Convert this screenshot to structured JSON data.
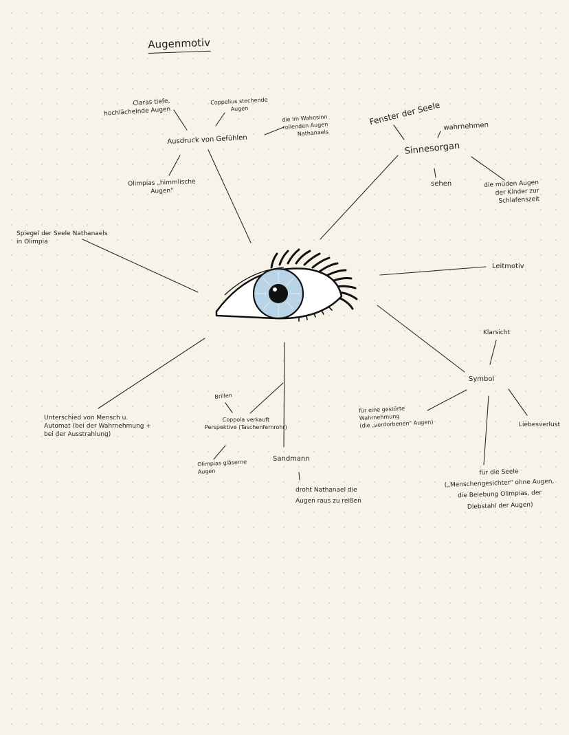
{
  "title": "Augenmotiv",
  "center": {
    "icon": "eye-icon",
    "iris_color": "#b9d4e6",
    "pupil_color": "#111111"
  },
  "branches": {
    "ausdruck": {
      "label": "Ausdruck von Gefühlen",
      "claras": "Claras tiefe,\nhochlächelnde Augen",
      "coppelius": "Coppelius stechende\nAugen",
      "nathanael": "die im Wahnsinn\nrollenden Augen\nNathanaels",
      "olimpia": "Olimpias „himmlische\nAugen\""
    },
    "fenster": "Fenster der Seele",
    "sinnesorgan": {
      "label": "Sinnesorgan",
      "wahrnehmen": "wahrnehmen",
      "sehen": "sehen",
      "kinder": "die müden Augen\nder Kinder zur\nSchlafenszeit"
    },
    "spiegel": "Spiegel der Seele Nathanaels\nin Olimpia",
    "leitmotiv": "Leitmotiv",
    "symbol": {
      "label": "Symbol",
      "klarsicht": "Klarsicht",
      "liebesverlust": "Liebesverlust",
      "wahrnehmung": "für eine gestörte\nWahrnehmung\n(die „verdorbenen\" Augen)",
      "seele": "für die Seele\n(„Menschengesichter\" ohne Augen,\ndie Belebung Olimpias, der\nDiebstahl der Augen)"
    },
    "unterschied": "Unterschied von Mensch u.\nAutomat (bei der Wahrnehmung +\nbei der Ausstrahlung)",
    "coppola": {
      "label": "Coppola verkauft\nPerspektive (Taschenfernrohr)",
      "brillen": "Brillen",
      "olimpia_glas": "Olimpias gläserne\nAugen"
    },
    "sandmann": {
      "label": "Sandmann",
      "droht": "droht Nathanael die\nAugen raus zu reißen"
    }
  }
}
